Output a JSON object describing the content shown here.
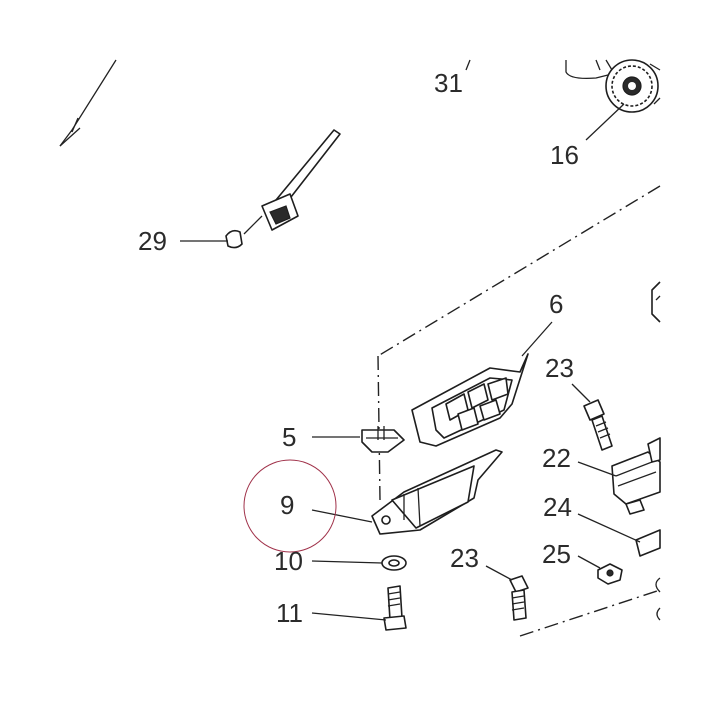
{
  "callouts": {
    "c31": "31",
    "c16": "16",
    "c29": "29",
    "c6": "6",
    "c23a": "23",
    "c5": "5",
    "c22": "22",
    "c9": "9",
    "c24": "24",
    "c25": "25",
    "c10": "10",
    "c23b": "23",
    "c11": "11"
  },
  "highlight_color": "#a0324a"
}
